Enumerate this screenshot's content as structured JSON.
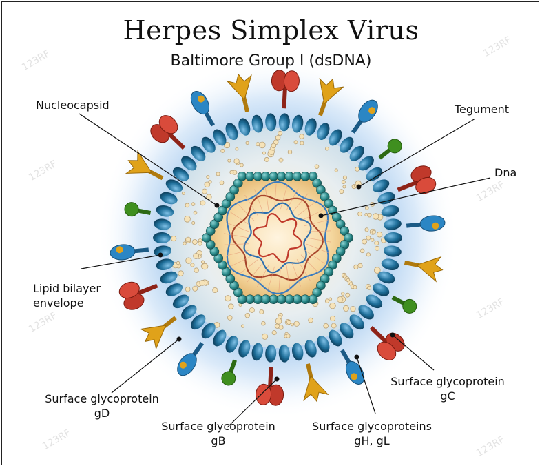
{
  "title": "Herpes Simplex Virus",
  "subtitle": "Baltimore Group I (dsDNA)",
  "labels": {
    "nucleocapsid": "Nucleocapsid",
    "tegument": "Tegument",
    "dna": "Dna",
    "lipid_line1": "Lipid bilayer",
    "lipid_line2": "envelope",
    "gd_line1": "Surface glycoprotein",
    "gd_line2": "gD",
    "gb_line1": "Surface glycoprotein",
    "gb_line2": "gB",
    "gh_line1": "Surface glycoproteins",
    "gh_line2": "gH, gL",
    "gc_line1": "Surface glycoprotein",
    "gc_line2": "gC"
  },
  "watermark": "123RF",
  "colors": {
    "envelope_bead": "#1f6f9a",
    "capsid_bead": "#2a8a8a",
    "glycoprotein_red": "#c0392b",
    "glycoprotein_yellow": "#e0a21a",
    "glycoprotein_blue": "#2b86c4",
    "glycoprotein_green": "#3f8f1f",
    "halo": "#bcd7f2",
    "core": "#f2d9a8"
  }
}
